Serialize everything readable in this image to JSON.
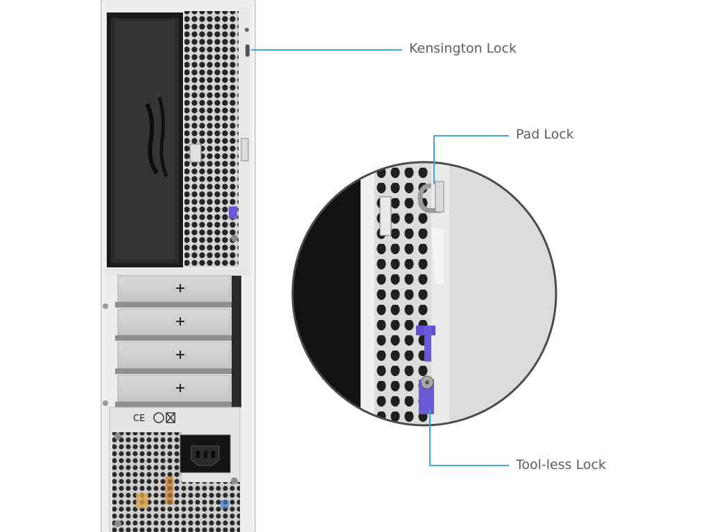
{
  "callouts": {
    "kensington": {
      "label": "Kensington Lock"
    },
    "pad": {
      "label": "Pad Lock"
    },
    "toolless": {
      "label": "Tool-less Lock"
    }
  },
  "product": {
    "name": "desktop-pc-case-rear-view",
    "slot_covers": 4,
    "slot_cover_symbol": "+",
    "certification_marks": [
      "CE",
      "recycling",
      "WEEE"
    ]
  },
  "colors": {
    "callout_line": "#3aa6e4",
    "label_text": "#5d5d5d",
    "chassis": "#f0f0f0",
    "lock_accent": "#6a5ad8"
  }
}
